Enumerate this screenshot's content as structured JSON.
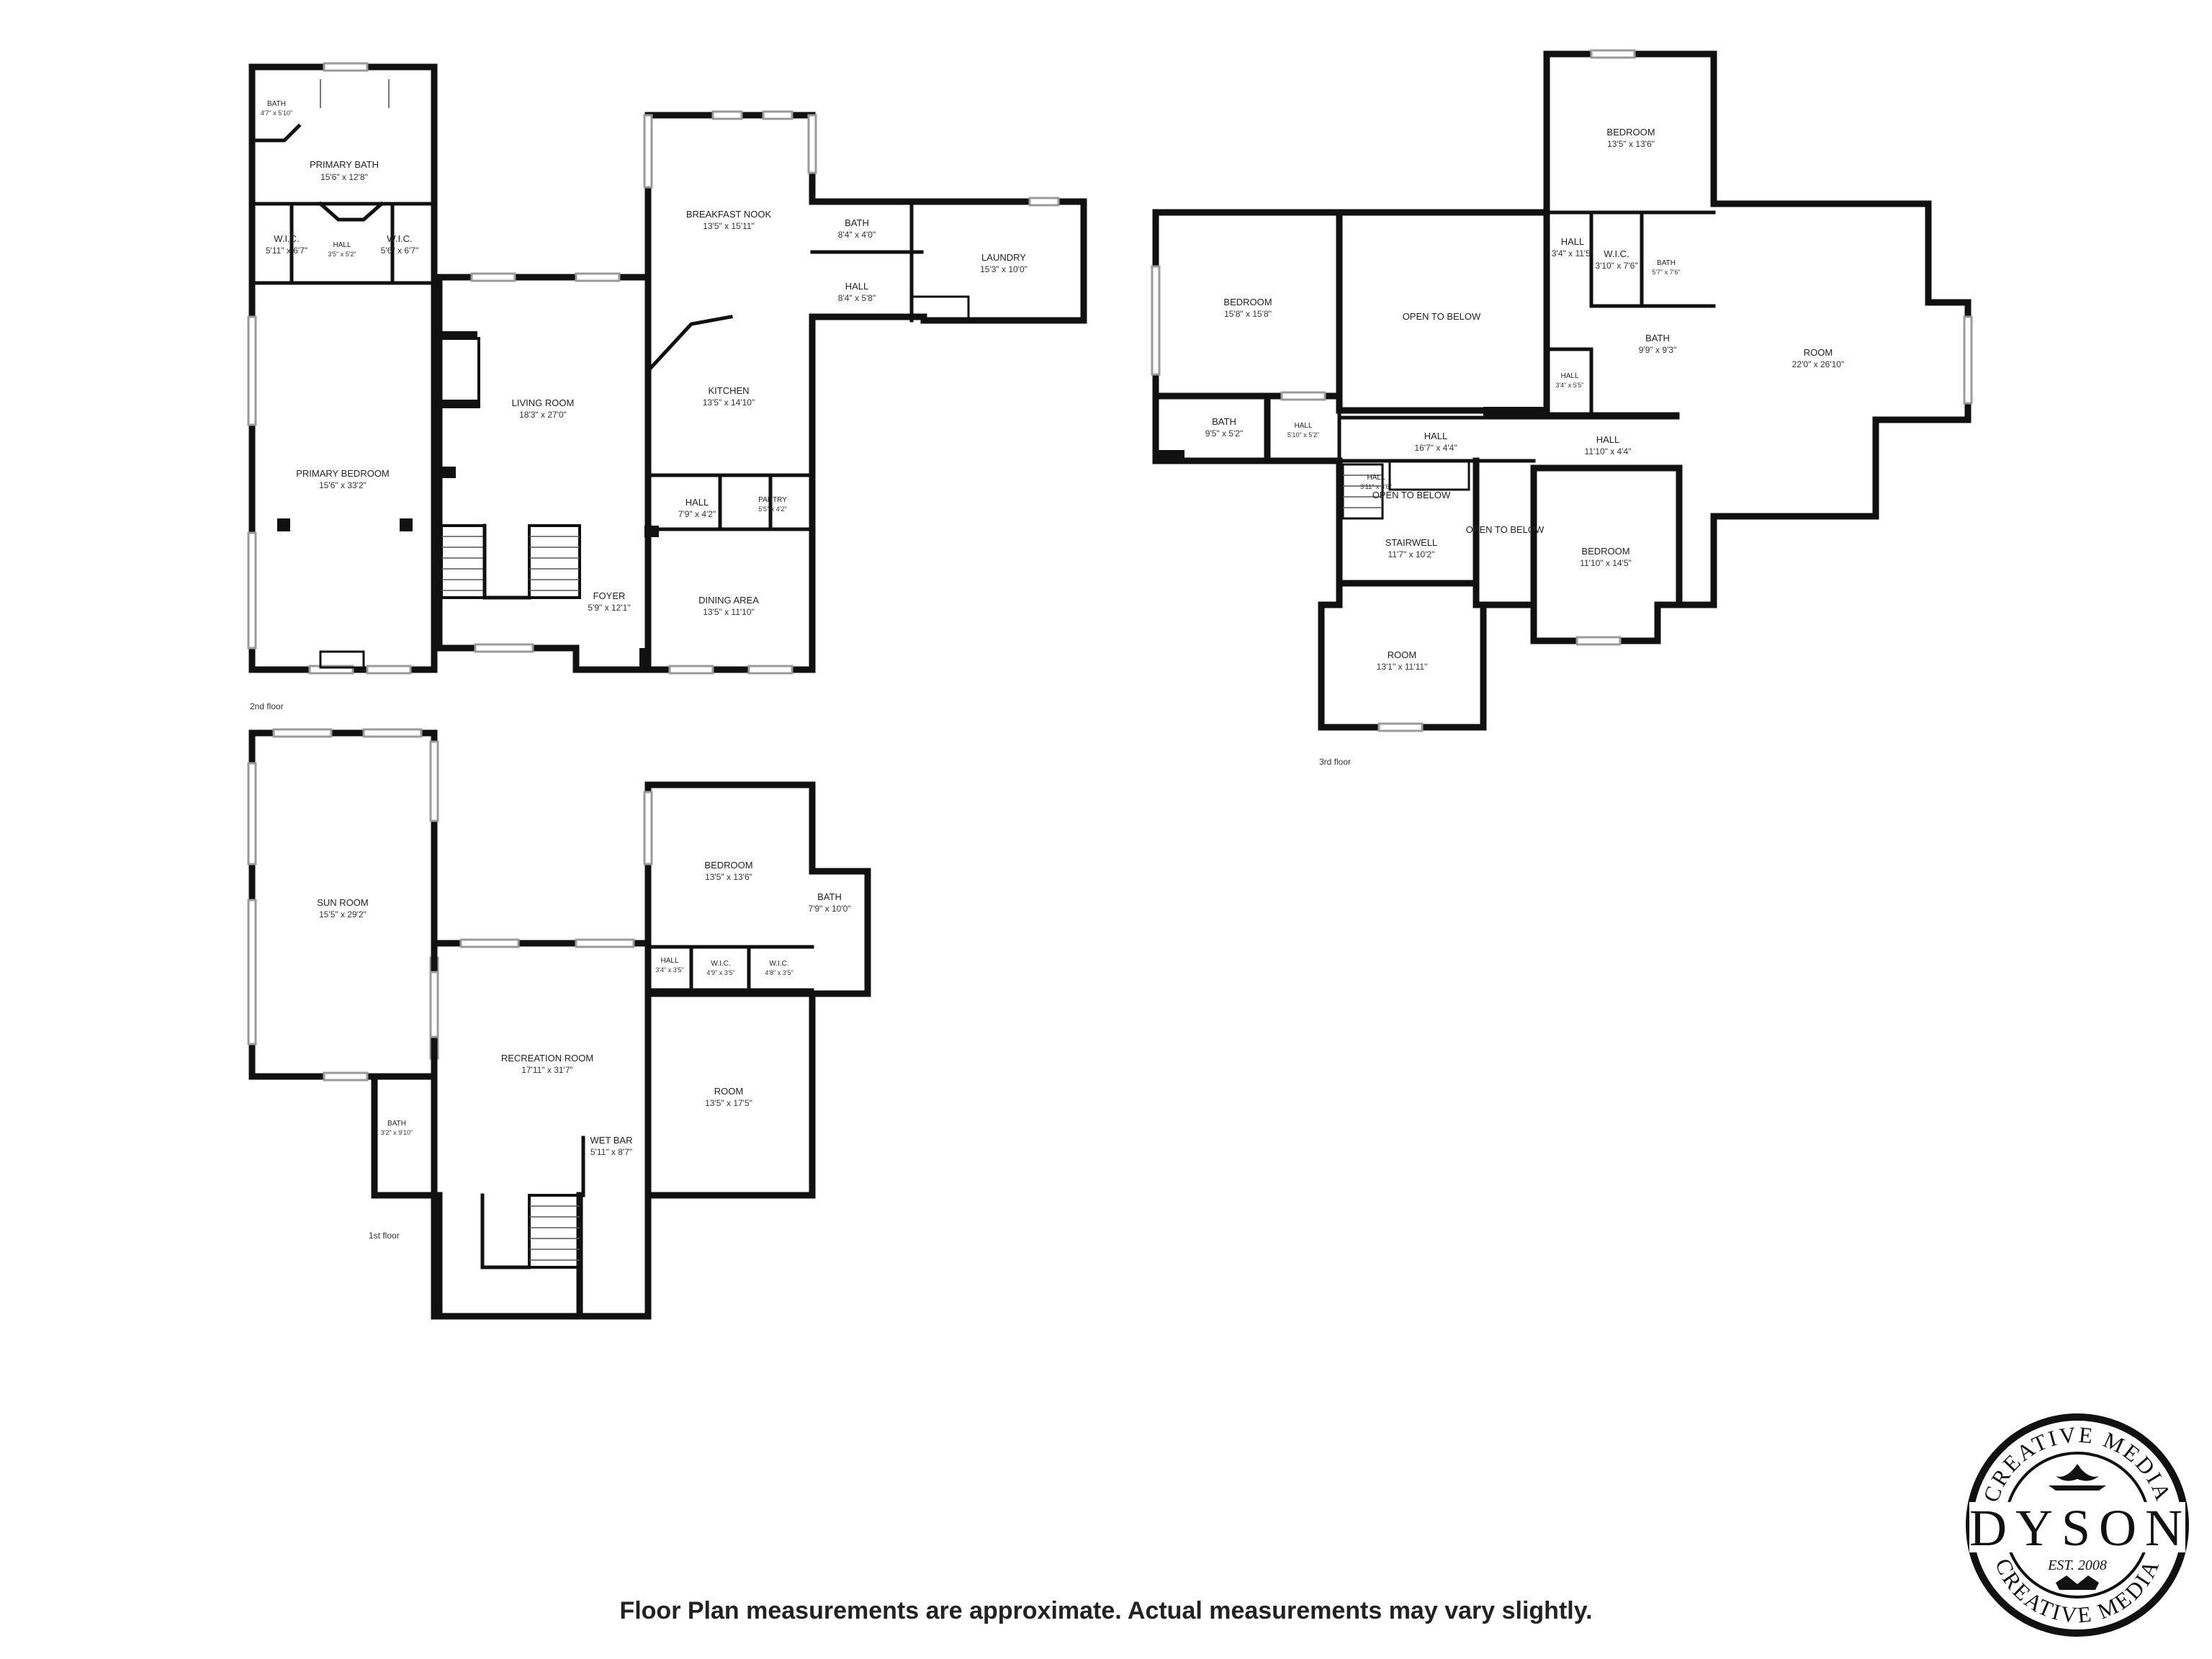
{
  "floors": {
    "second": {
      "label": "2nd floor",
      "rooms": [
        {
          "name": "BATH",
          "dims": "4'7\" x 5'10\""
        },
        {
          "name": "PRIMARY BATH",
          "dims": "15'6\" x 12'8\""
        },
        {
          "name": "W.I.C.",
          "dims": "5'11\" x 6'7\""
        },
        {
          "name": "HALL",
          "dims": "3'5\" x 5'2\""
        },
        {
          "name": "W.I.C.",
          "dims": "5'6\" x 6'7\""
        },
        {
          "name": "PRIMARY BEDROOM",
          "dims": "15'6\" x 33'2\""
        },
        {
          "name": "LIVING ROOM",
          "dims": "18'3\" x 27'0\""
        },
        {
          "name": "BREAKFAST NOOK",
          "dims": "13'5\" x 15'11\""
        },
        {
          "name": "KITCHEN",
          "dims": "13'5\" x 14'10\""
        },
        {
          "name": "BATH",
          "dims": "8'4\" x 4'0\""
        },
        {
          "name": "HALL",
          "dims": "8'4\" x 5'8\""
        },
        {
          "name": "LAUNDRY",
          "dims": "15'3\" x 10'0\""
        },
        {
          "name": "HALL",
          "dims": "7'9\" x 4'2\""
        },
        {
          "name": "PANTRY",
          "dims": "5'5\" x 4'2\""
        },
        {
          "name": "FOYER",
          "dims": "5'9\" x 12'1\""
        },
        {
          "name": "DINING AREA",
          "dims": "13'5\" x 11'10\""
        }
      ]
    },
    "first": {
      "label": "1st floor",
      "rooms": [
        {
          "name": "SUN ROOM",
          "dims": "15'5\" x 29'2\""
        },
        {
          "name": "BEDROOM",
          "dims": "13'5\" x 13'6\""
        },
        {
          "name": "BATH",
          "dims": "7'9\" x 10'0\""
        },
        {
          "name": "HALL",
          "dims": "3'4\" x 3'5\""
        },
        {
          "name": "W.I.C.",
          "dims": "4'9\" x 3'5\""
        },
        {
          "name": "W.I.C.",
          "dims": "4'8\" x 3'5\""
        },
        {
          "name": "RECREATION ROOM",
          "dims": "17'11\" x 31'7\""
        },
        {
          "name": "ROOM",
          "dims": "13'5\" x 17'5\""
        },
        {
          "name": "WET BAR",
          "dims": "5'11\" x 8'7\""
        },
        {
          "name": "BATH",
          "dims": "3'2\" x 9'10\""
        }
      ]
    },
    "third": {
      "label": "3rd floor",
      "rooms": [
        {
          "name": "BEDROOM",
          "dims": "13'5\" x 13'6\""
        },
        {
          "name": "BEDROOM",
          "dims": "15'8\" x 15'8\""
        },
        {
          "name": "OPEN TO BELOW",
          "dims": ""
        },
        {
          "name": "W.I.C.",
          "dims": "3'10\" x 7'6\""
        },
        {
          "name": "BATH",
          "dims": "5'7\" x 7'6\""
        },
        {
          "name": "HALL",
          "dims": "3'4\" x 11'5\""
        },
        {
          "name": "BATH",
          "dims": "9'9\" x 9'3\""
        },
        {
          "name": "HALL",
          "dims": "3'4\" x 5'5\""
        },
        {
          "name": "ROOM",
          "dims": "22'0\" x 26'10\""
        },
        {
          "name": "BATH",
          "dims": "9'5\" x 5'2\""
        },
        {
          "name": "HALL",
          "dims": "5'10\" x 5'2\""
        },
        {
          "name": "HALL",
          "dims": "16'7\" x 4'4\""
        },
        {
          "name": "HALL",
          "dims": "11'10\" x 4'4\""
        },
        {
          "name": "HALL",
          "dims": "3'11\" x 3'6\""
        },
        {
          "name": "OPEN TO BELOW",
          "dims": ""
        },
        {
          "name": "OPEN TO BELOW",
          "dims": ""
        },
        {
          "name": "STAIRWELL",
          "dims": "11'7\" x 10'2\""
        },
        {
          "name": "BEDROOM",
          "dims": "11'10\" x 14'5\""
        },
        {
          "name": "ROOM",
          "dims": "13'1\" x 11'11\""
        }
      ]
    }
  },
  "disclaimer": "Floor Plan measurements are approximate. Actual measurements may vary slightly.",
  "logo": {
    "top_arc": "CREATIVE MEDIA",
    "bottom_arc": "CREATIVE MEDIA",
    "name": "DYSON",
    "est": "EST. 2008"
  },
  "colors": {
    "wall": "#111111",
    "background": "#ffffff",
    "window": "#9a9a9a"
  }
}
